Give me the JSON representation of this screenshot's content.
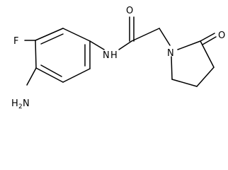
{
  "molecule": {
    "atom_labels": {
      "fluorine": "F",
      "amine_N": "N",
      "amine_H": "H",
      "amine_H_count": "2",
      "amide_N": "N",
      "amide_H": "H",
      "amide_O": "O",
      "ring_N": "N",
      "ring_O": "O"
    }
  }
}
